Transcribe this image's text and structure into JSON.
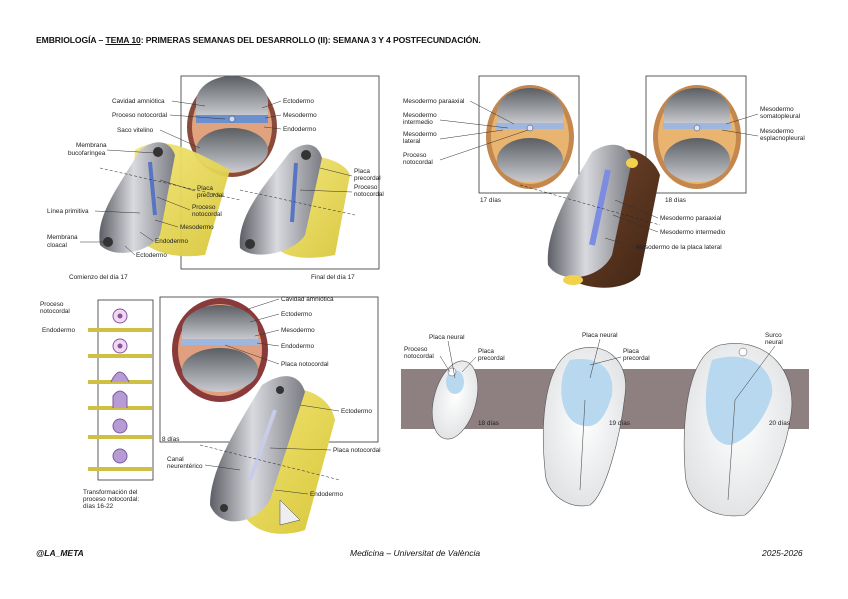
{
  "header": {
    "prefix": "EMBRIOLOGÍA – ",
    "tema": "TEMA 10",
    "rest": ": PRIMERAS SEMANAS DEL DESARROLLO (II): SEMANA 3 Y 4 POSTFECUNDACIÓN."
  },
  "footer": {
    "left": "@LA_META",
    "center": "Medicina – Universitat de València",
    "right": "2025-2026"
  },
  "fig1": {
    "labels": {
      "cavidad_amniotica": "Cavidad amniótica",
      "proceso_notocordal": "Proceso notocordal",
      "saco_vitelino": "Saco vitelino",
      "ectodermo": "Ectodermo",
      "mesodermo": "Mesodermo",
      "endodermo": "Endodermo",
      "membrana_buco_1": "Membrana",
      "membrana_buco_2": "bucofaríngea",
      "placa_precordal_1": "Placa",
      "placa_precordal_2": "precordal",
      "proceso_noto_1": "Proceso",
      "proceso_noto_2": "notocordal",
      "linea_primitiva": "Línea primitiva",
      "mesodermo_b": "Mesodermo",
      "membrana_cloacal_1": "Membrana",
      "membrana_cloacal_2": "cloacal",
      "endodermo_b": "Endodermo",
      "ectodermo_b": "Ectodermo",
      "placa_precordal_r1": "Placa",
      "placa_precordal_r2": "precordal",
      "proceso_noto_r1": "Proceso",
      "proceso_noto_r2": "notocordal",
      "comienzo": "Comienzo del día 17",
      "final": "Final del día 17"
    }
  },
  "fig2": {
    "labels": {
      "meso_paraaxial": "Mesodermo paraaxial",
      "meso_intermedio_1": "Mesodermo",
      "meso_intermedio_2": "intermedio",
      "meso_lateral_1": "Mesodermo",
      "meso_lateral_2": "lateral",
      "proceso_1": "Proceso",
      "proceso_2": "notocordal",
      "somato_1": "Mesodermo",
      "somato_2": "somatopleural",
      "esplacno_1": "Mesodermo",
      "esplacno_2": "esplacnopleural",
      "dias17": "17 días",
      "dias18": "18 días",
      "paraaxial_b": "Mesodermo paraaxial",
      "intermedio_b": "Mesodermo intermedio",
      "placa_lateral": "Mesodermo de la placa lateral"
    }
  },
  "fig3": {
    "labels": {
      "proceso_1": "Proceso",
      "proceso_2": "notocordal",
      "endodermo": "Endodermo",
      "cavidad": "Cavidad amniótica",
      "ectodermo": "Ectodermo",
      "mesodermo": "Mesodermo",
      "endodermo_r": "Endodermo",
      "placa_noto": "Placa notocordal",
      "ectodermo_b": "Ectodermo",
      "dias": "8 días",
      "placa_noto_b": "Placa notocordal",
      "canal_1": "Canal",
      "canal_2": "neurentérico",
      "endodermo_b": "Endodermo",
      "transf_1": "Transformación del",
      "transf_2": "proceso notocordal:",
      "transf_3": "días 16-22"
    }
  },
  "fig4": {
    "labels": {
      "placa_neural": "Placa neural",
      "proceso_1": "Proceso",
      "proceso_2": "notocordal",
      "placa_pre_1": "Placa",
      "placa_pre_2": "precordal",
      "placa_neural_2": "Placa neural",
      "placa_pre_b1": "Placa",
      "placa_pre_b2": "precordal",
      "surco_1": "Surco",
      "surco_2": "neural",
      "d18": "18 días",
      "d19": "19 días",
      "d20": "20 días"
    }
  }
}
